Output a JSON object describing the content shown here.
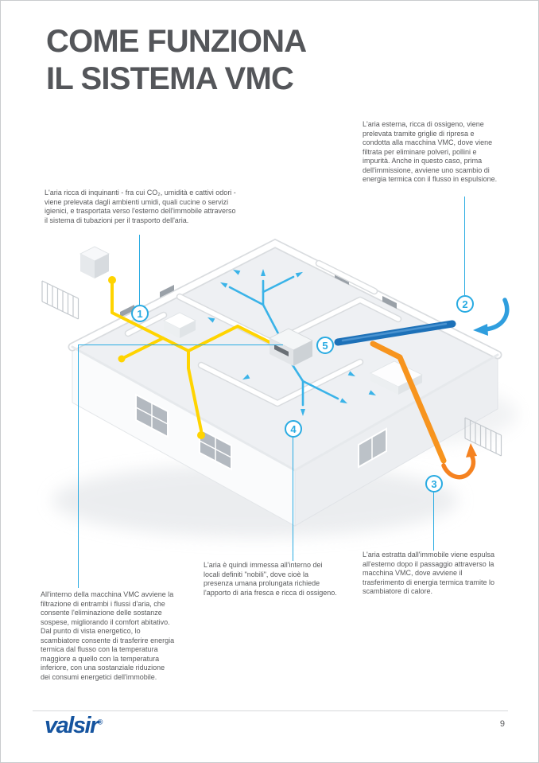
{
  "page": {
    "title_line1": "COME FUNZIONA",
    "title_line2": "IL SISTEMA VMC",
    "page_number": "9"
  },
  "brand": {
    "logo_text": "valsir",
    "registered_mark": "®"
  },
  "notes": {
    "outside_air": "L'aria esterna, ricca di ossigeno, viene prelevata tramite griglie di ripresa e condotta alla macchina VMC, dove viene filtrata per eliminare polveri, pollini e impurità. Anche in questo caso, prima dell'immissione, avviene uno scambio di energia termica con il flusso in espulsione.",
    "polluted_air": "L'aria ricca di inquinanti - fra cui CO₂, umidità e cattivi odori - viene prelevata dagli ambienti umidi, quali cucine o servizi igienici, e trasportata verso l'esterno dell'immobile attraverso il sistema di tubazioni per il trasporto dell'aria.",
    "vmc_machine": "All'interno della macchina VMC avviene la filtrazione di entrambi i flussi d'aria, che consente l'eliminazione delle sostanze sospese, migliorando il comfort abitativo. Dal punto di vista energetico, lo scambiatore consente di trasferire energia termica dal flusso con la temperatura maggiore a quello con la temperatura inferiore, con una sostanziale riduzione dei consumi energetici dell'immobile.",
    "supply_air": "L'aria è quindi immessa all'interno dei locali definiti \"nobili\", dove cioè la presenza umana prolungata richiede l'apporto di aria fresca e ricca di ossigeno.",
    "exhaust_air": "L'aria estratta dall'immobile viene espulsa all'esterno dopo il passaggio attraverso la macchina VMC, dove avviene il trasferimento di energia termica tramite lo scambiatore di calore."
  },
  "callouts": {
    "c1": "1",
    "c2": "2",
    "c3": "3",
    "c4": "4",
    "c5": "5"
  },
  "colors": {
    "accent_blue": "#29abe2",
    "duct_yellow": "#ffd400",
    "supply_blue": "#3ab3e8",
    "intake_dark_blue": "#1d71b8",
    "exhaust_orange": "#f7941e",
    "text_gray": "#58595b",
    "logo_blue": "#15549f"
  }
}
